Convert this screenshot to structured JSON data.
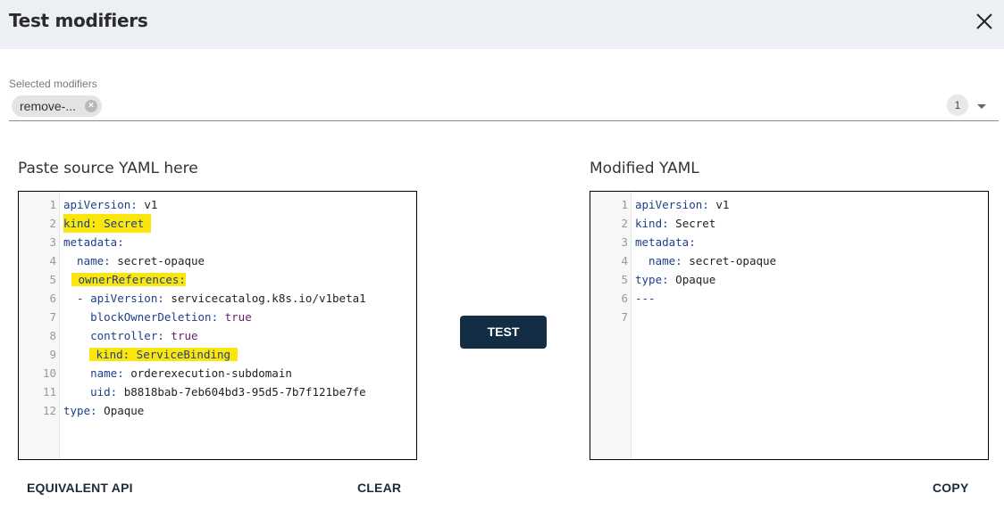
{
  "dialog": {
    "title": "Test modifiers",
    "close_icon": "close-icon"
  },
  "selector": {
    "label": "Selected modifiers",
    "chips": [
      {
        "label": "remove-...",
        "remove_icon": "cancel-circle-icon"
      }
    ],
    "count": "1",
    "dropdown_icon": "chevron-down-icon"
  },
  "source": {
    "title": "Paste source YAML here",
    "lines": [
      {
        "n": "1"
      },
      {
        "n": "2"
      },
      {
        "n": "3"
      },
      {
        "n": "4"
      },
      {
        "n": "5"
      },
      {
        "n": "6"
      },
      {
        "n": "7"
      },
      {
        "n": "8"
      },
      {
        "n": "9"
      },
      {
        "n": "10"
      },
      {
        "n": "11"
      },
      {
        "n": "12"
      }
    ],
    "tokens": {
      "l1k": "apiVersion:",
      "l1v": " v1",
      "l2": "kind: Secret",
      "l3k": "metadata:",
      "l4k": "  name:",
      "l4v": " secret-opaque",
      "l5": "ownerReferences:",
      "l6k": "  - apiVersion:",
      "l6v": " servicecatalog.k8s.io/v1beta1",
      "l7k": "    blockOwnerDeletion:",
      "l7v": " true",
      "l8k": "    controller:",
      "l8v": " true",
      "l9": "kind: ServiceBinding",
      "l10k": "    name:",
      "l10v": " orderexecution-subdomain",
      "l11k": "    uid:",
      "l11v": " b8818bab-7eb604bd3-95d5-7b7f121be7fe",
      "l12k": "type:",
      "l12v": " Opaque"
    },
    "highlight_color": "#fbe60b"
  },
  "result": {
    "title": "Modified YAML",
    "lines": [
      {
        "n": "1"
      },
      {
        "n": "2"
      },
      {
        "n": "3"
      },
      {
        "n": "4"
      },
      {
        "n": "5"
      },
      {
        "n": "6"
      },
      {
        "n": "7"
      }
    ],
    "tokens": {
      "l1k": "apiVersion:",
      "l1v": " v1",
      "l2k": "kind:",
      "l2v": " Secret",
      "l3k": "metadata:",
      "l4k": "  name:",
      "l4v": " secret-opaque",
      "l5k": "type:",
      "l5v": " Opaque",
      "l6": "---"
    }
  },
  "actions": {
    "test": "TEST",
    "equivalent_api": "EQUIVALENT API",
    "clear": "CLEAR",
    "copy": "COPY"
  },
  "colors": {
    "header_bg": "#ecf0f5",
    "primary_button": "#132d45"
  }
}
